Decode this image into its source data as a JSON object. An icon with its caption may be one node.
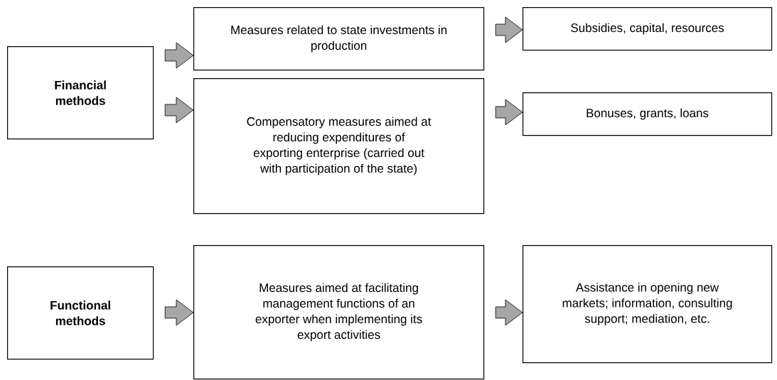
{
  "diagram": {
    "nodes": [
      {
        "text": [
          "**Financial methods**"
        ]
      },
      {
        "text": [
          "Measures related to state investments in production"
        ]
      },
      {
        "text": [
          "Subsidies, capital, resources"
        ]
      },
      {
        "text": [
          "Compensatory measures aimed at reducing expenditures of exporting enterprise (carried out with participation of the state)"
        ]
      },
      {
        "text": [
          "Bonuses, grants, loans"
        ]
      },
      {
        "text": [
          "**Functional methods**"
        ]
      },
      {
        "text": [
          "Measures aimed at facilitating management functions of an exporter when implementing its export activities"
        ]
      },
      {
        "text": [
          "Assistance in opening new markets; information, consulting support; mediation, etc."
        ]
      }
    ],
    "edges": [
      {
        "from": 0,
        "to": 1,
        "arrow": "to"
      },
      {
        "from": 0,
        "to": 3,
        "arrow": "to"
      },
      {
        "from": 1,
        "to": 2,
        "arrow": "to"
      },
      {
        "from": 3,
        "to": 4,
        "arrow": "to"
      },
      {
        "from": 5,
        "to": 6,
        "arrow": "to"
      },
      {
        "from": 6,
        "to": 7,
        "arrow": "to"
      }
    ]
  }
}
